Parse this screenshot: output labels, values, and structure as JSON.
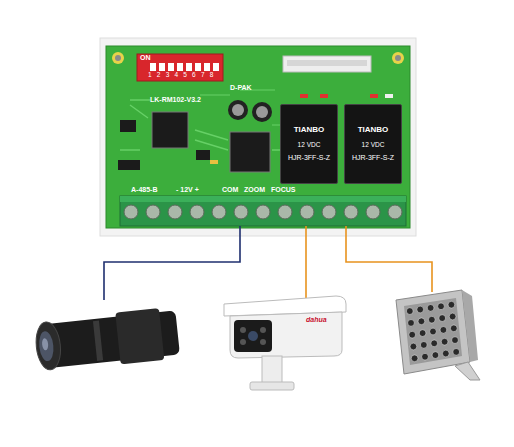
{
  "diagram": {
    "nodes": [
      {
        "text": [
          "LK-RM102-V3.2"
        ]
      },
      {
        "text": [
          "ON",
          "1 2 3 4 5 6 7 8"
        ],
        "in": 0
      },
      {
        "text": [
          "TIANBO",
          "12 VDC",
          "HJR-3FF-S-Z"
        ],
        "in": 0
      },
      {
        "text": [
          "TIANBO",
          "12 VDC",
          "HJR-3FF-S-Z"
        ],
        "in": 0
      }
    ],
    "labels": [
      "D-PAK",
      "A-485-B",
      "- 12V +",
      "COM",
      "ZOOM",
      "FOCUS",
      "dahua"
    ]
  }
}
